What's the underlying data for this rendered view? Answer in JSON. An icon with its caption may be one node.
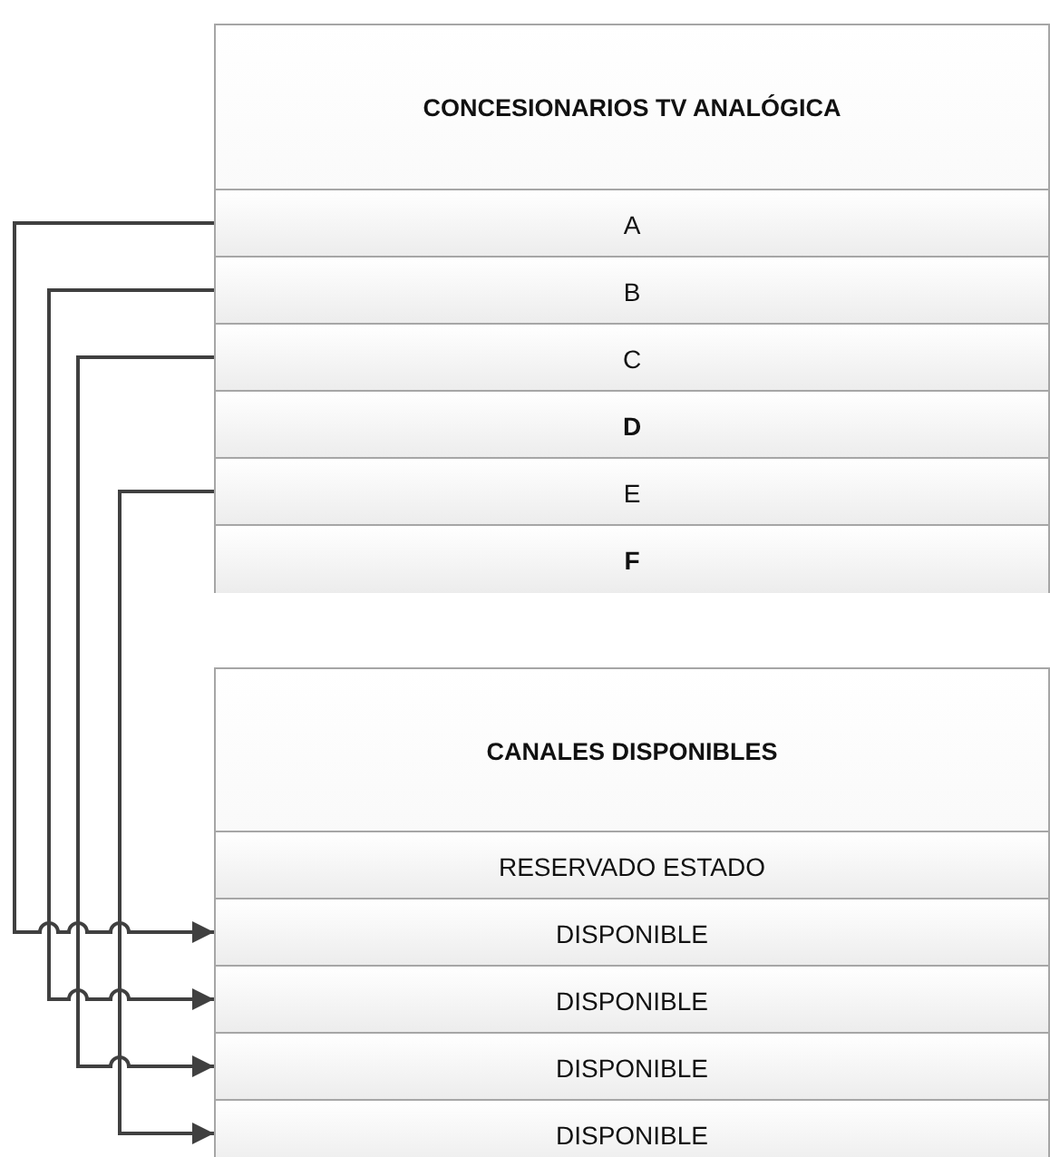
{
  "diagram": {
    "nodes": [
      {
        "text": [
          "CONCESIONARIOS TV ANALÓGICA"
        ]
      },
      {
        "text": [
          "A"
        ],
        "in": 0
      },
      {
        "text": [
          "B"
        ],
        "in": 0
      },
      {
        "text": [
          "C"
        ],
        "in": 0
      },
      {
        "text": [
          "D"
        ],
        "in": 0
      },
      {
        "text": [
          "E"
        ],
        "in": 0
      },
      {
        "text": [
          "F"
        ],
        "in": 0
      },
      {
        "text": [
          "CANALES DISPONIBLES"
        ]
      },
      {
        "text": [
          "RESERVADO ESTADO"
        ],
        "in": 7
      },
      {
        "text": [
          "DISPONIBLE"
        ],
        "in": 7
      },
      {
        "text": [
          "DISPONIBLE"
        ],
        "in": 7
      },
      {
        "text": [
          "DISPONIBLE"
        ],
        "in": 7
      },
      {
        "text": [
          "DISPONIBLE"
        ],
        "in": 7
      }
    ],
    "edges": [
      {
        "from": 1,
        "to": 9,
        "arrow": "to"
      },
      {
        "from": 2,
        "to": 10,
        "arrow": "to"
      },
      {
        "from": 3,
        "to": 11,
        "arrow": "to"
      },
      {
        "from": 5,
        "to": 12,
        "arrow": "to"
      }
    ]
  }
}
